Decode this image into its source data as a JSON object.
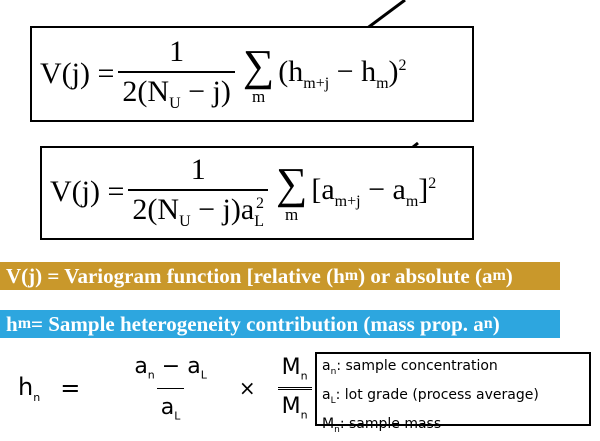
{
  "equation1": {
    "lhs": "V(j) =",
    "num": "1",
    "den": "2(N",
    "den_sub": "U",
    "den_tail": " − j)",
    "sum_index": "m",
    "term": "(h",
    "t1_sub": "m+j",
    "mid": " − h",
    "t2_sub": "m",
    "close": ")",
    "power": "2"
  },
  "equation2": {
    "lhs": "V(j) =",
    "num": "1",
    "den": "2(N",
    "den_sub": "U",
    "den_tail": " − j)a",
    "den_sub2": "L",
    "den_sup2": "2",
    "sum_index": "m",
    "term": "[a",
    "t1_sub": "m+j",
    "mid": " − a",
    "t2_sub": "m",
    "close": "]",
    "power": "2"
  },
  "gold_banner": {
    "text": "V(j) = Variogram function [relative (h",
    "sub1": "m",
    "mid": ") or absolute (a",
    "sub2": "m",
    "end": ")",
    "color": "#c9982b"
  },
  "blue_banner": {
    "text": "h",
    "sub1": "m",
    "mid": " = Sample heterogeneity contribution (mass prop. a",
    "sub2": "n",
    "end": ")",
    "color": "#2da6df"
  },
  "equation3": {
    "lhs": "h",
    "lhs_sub": "n",
    "eq": "=",
    "num_a": "a",
    "num_a_sub": "n",
    "minus": " − a",
    "num_b_sub": "L",
    "den": "a",
    "den_sub": "L",
    "times": "×",
    "m_num": "M",
    "m_num_sub": "n",
    "m_den": "M",
    "m_den_sub": "n"
  },
  "legend": [
    {
      "sym": "a",
      "sub": "n",
      "text": ": sample concentration"
    },
    {
      "sym": "a",
      "sub": "L",
      "text": ": lot grade (process average)"
    },
    {
      "sym": "M",
      "sub": "n",
      "text": ": sample mass"
    }
  ]
}
